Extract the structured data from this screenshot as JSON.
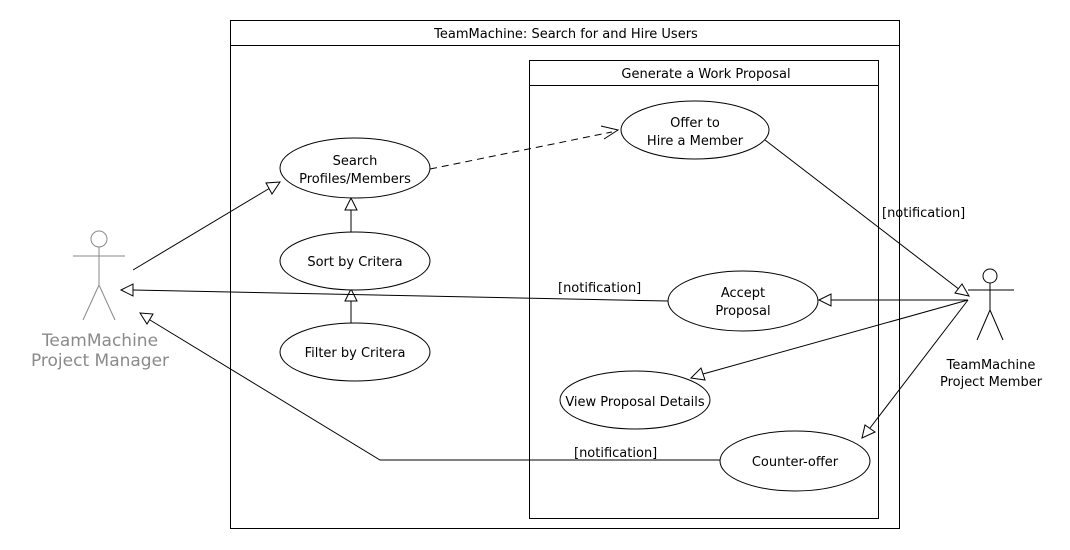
{
  "system": {
    "title": "TeamMachine: Search for and Hire Users",
    "subsystem_title": "Generate a Work Proposal"
  },
  "actors": {
    "manager": {
      "line1": "TeamMachine",
      "line2": "Project Manager"
    },
    "member": {
      "line1": "TeamMachine",
      "line2": "Project Member"
    }
  },
  "use_cases": {
    "search": {
      "line1": "Search",
      "line2": "Profiles/Members"
    },
    "sort": {
      "line1": "Sort by Critera"
    },
    "filter": {
      "line1": "Filter by Critera"
    },
    "offer": {
      "line1": "Offer to",
      "line2": "Hire a Member"
    },
    "accept": {
      "line1": "Accept",
      "line2": "Proposal"
    },
    "view": {
      "line1": "View Proposal Details"
    },
    "counter": {
      "line1": "Counter-offer"
    }
  },
  "notes": {
    "offer_notification": "[notification]",
    "accept_notification": "[notification]",
    "counter_notification": "[notification]"
  },
  "colors": {
    "line": "#000000",
    "manager_actor": "#8a8a8a",
    "background": "#ffffff"
  }
}
